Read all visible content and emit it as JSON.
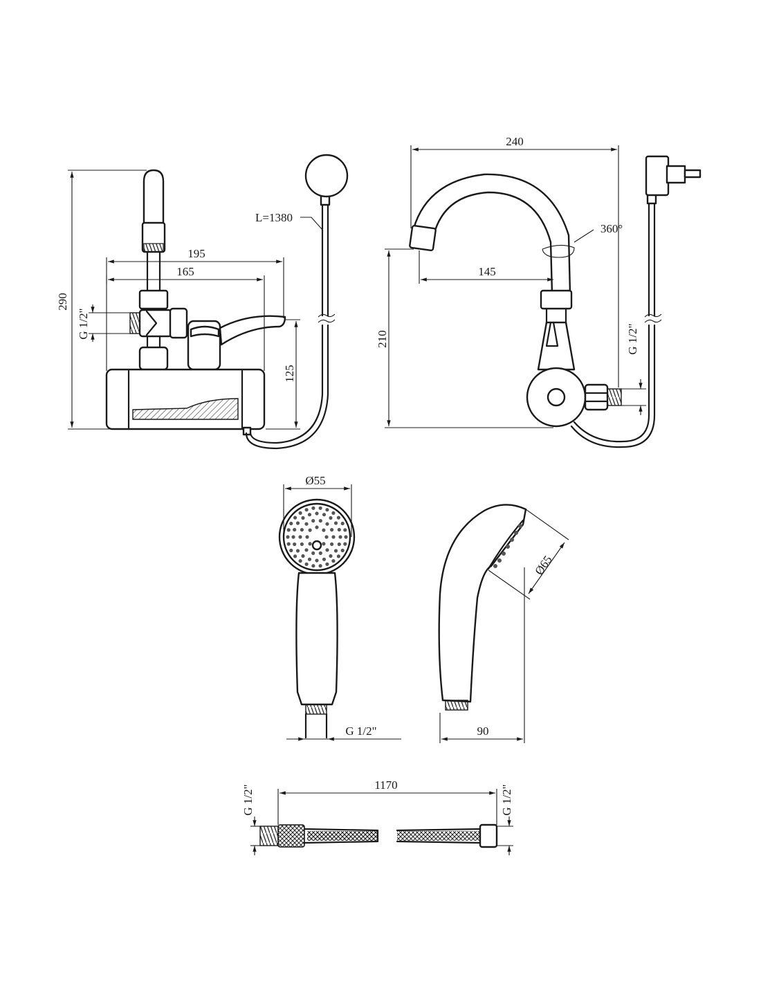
{
  "front_view": {
    "height_290": "290",
    "width_195": "195",
    "width_165": "165",
    "height_125": "125",
    "thread_left": "G 1/2\"",
    "hose_length": "L=1380"
  },
  "side_view": {
    "width_240": "240",
    "reach_145": "145",
    "height_210": "210",
    "rotation": "360°",
    "thread": "G 1/2\""
  },
  "shower_front": {
    "diameter": "Ø55",
    "thread": "G 1/2\""
  },
  "shower_side": {
    "diameter": "Ø65",
    "length": "90"
  },
  "hose": {
    "length": "1170",
    "thread_left": "G 1/2\"",
    "thread_right": "G 1/2\""
  }
}
